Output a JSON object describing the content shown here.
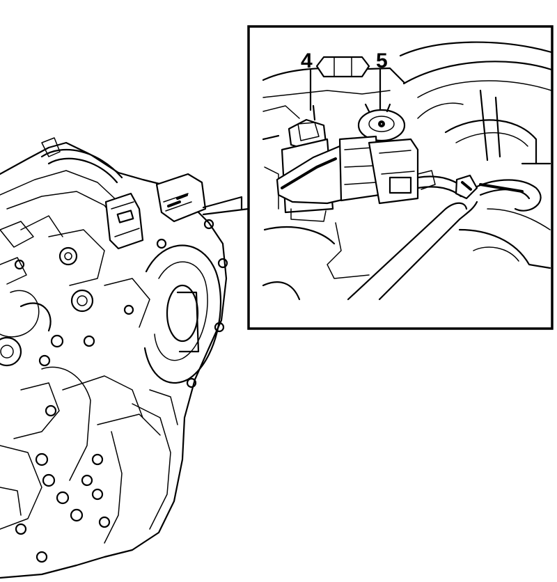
{
  "callouts": [
    {
      "id": "4",
      "text": "4"
    },
    {
      "id": "5",
      "text": "5"
    }
  ]
}
